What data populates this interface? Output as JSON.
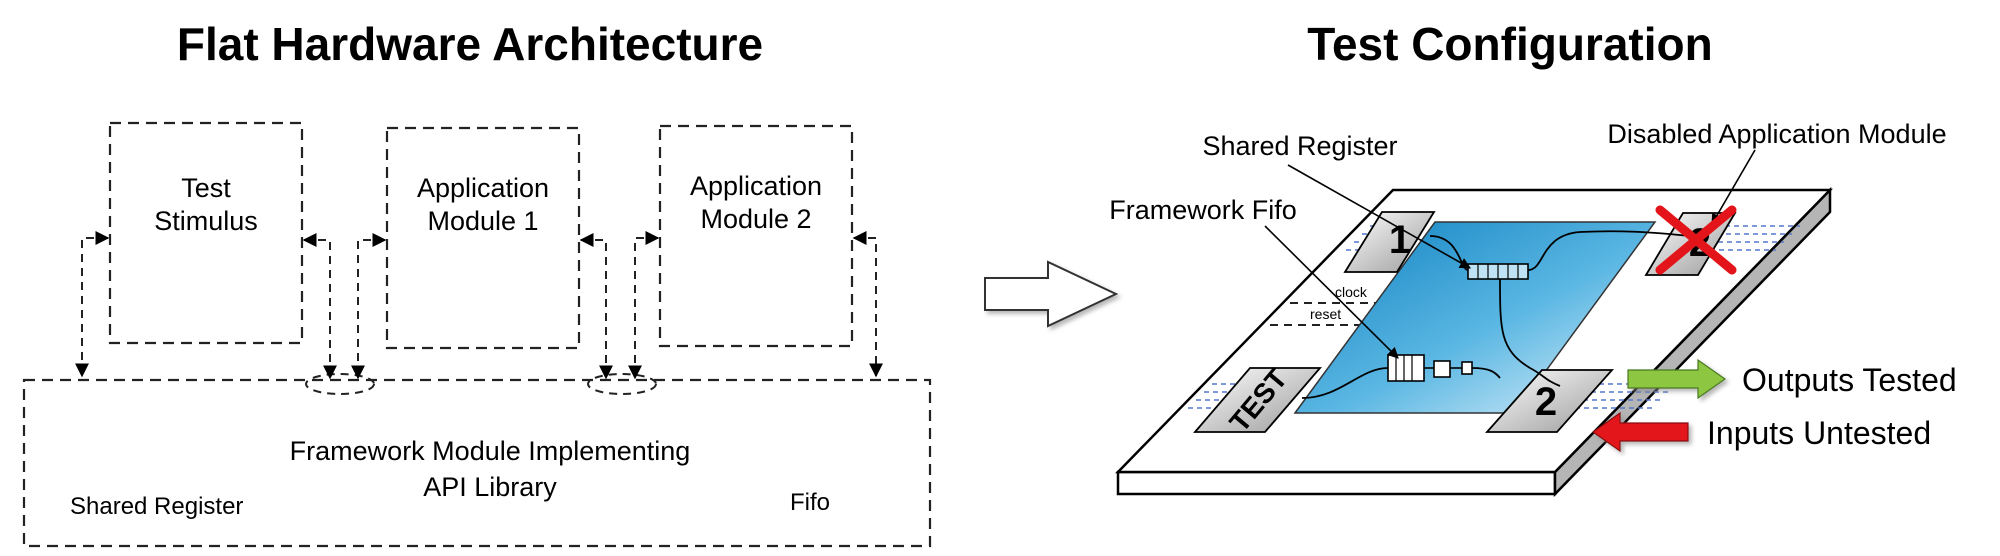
{
  "left_panel": {
    "title": "Flat Hardware Architecture",
    "modules": [
      {
        "line1": "Test",
        "line2": "Stimulus"
      },
      {
        "line1": "Application",
        "line2": "Module 1"
      },
      {
        "line1": "Application",
        "line2": "Module 2"
      }
    ],
    "framework": {
      "line1": "Framework Module Implementing",
      "line2": "API Library",
      "shared_register": "Shared Register",
      "fifo": "Fifo"
    }
  },
  "right_panel": {
    "title": "Test Configuration",
    "callouts": {
      "shared_register": "Shared Register",
      "framework_fifo": "Framework Fifo",
      "disabled_module": "Disabled Application Module"
    },
    "board": {
      "module_1": "1",
      "module_2": "2",
      "disabled_module_number": "2",
      "test_label": "TEST",
      "clock": "clock",
      "reset": "reset"
    },
    "legend": {
      "outputs": "Outputs Tested",
      "inputs": "Inputs Untested",
      "outputs_color": "#8DC63F",
      "inputs_color": "#E3151A"
    },
    "disabled_mark_color": "#E3151A",
    "chip_gradient": [
      "#0C7FBF",
      "#D8EEF8"
    ]
  }
}
